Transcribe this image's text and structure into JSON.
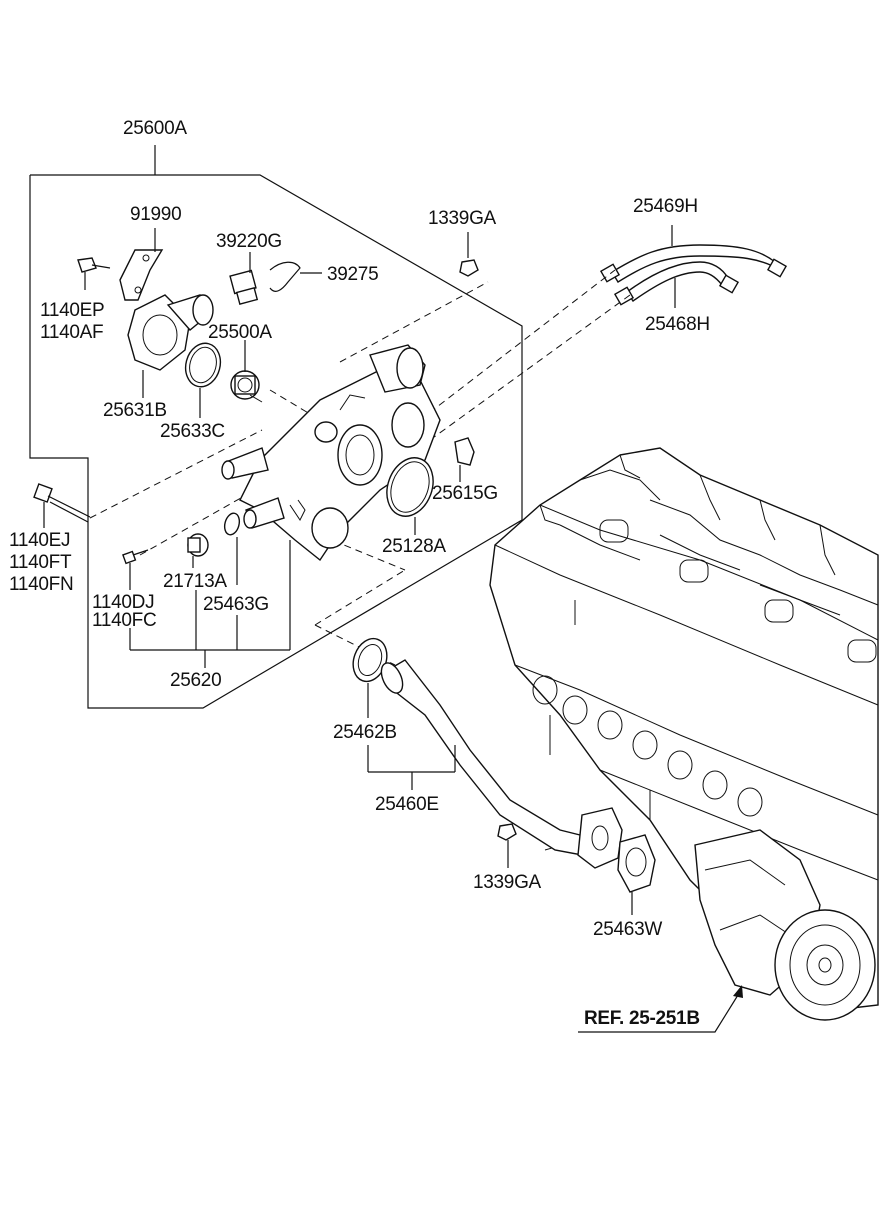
{
  "labels": {
    "assembly": "25600A",
    "bracket": "91990",
    "sensor": "39220G",
    "clip": "39275",
    "nut_top": "1339GA",
    "hose_upper": "25469H",
    "hose_lower": "25468H",
    "bolt_top_a": "1140EP",
    "bolt_top_b": "1140AF",
    "thermostat": "25500A",
    "housing_cover": "25631B",
    "gasket_cover": "25633C",
    "gasket_small": "25615G",
    "gasket_large": "25128A",
    "bolt_long_a": "1140EJ",
    "bolt_long_b": "1140FT",
    "bolt_long_c": "1140FN",
    "bolt_mid_a": "1140DJ",
    "bolt_mid_b": "1140FC",
    "plug": "21713A",
    "oring": "25463G",
    "pipe_sub": "25620",
    "gasket_pipe": "25462B",
    "pipe": "25460E",
    "nut_bottom": "1339GA",
    "gasket_pump": "25463W",
    "reference": "REF. 25-251B"
  }
}
